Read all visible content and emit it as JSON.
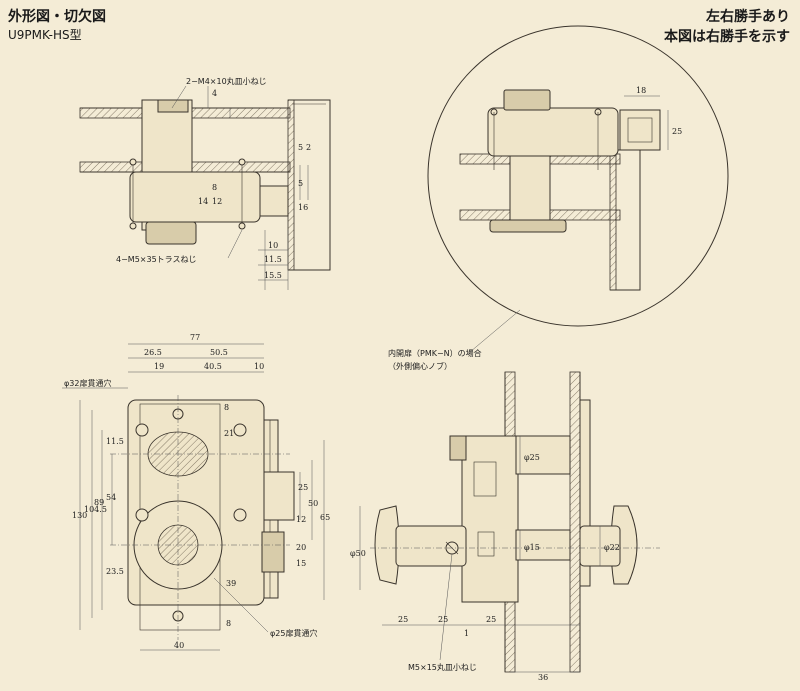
{
  "header": {
    "title": "外形図・切欠図",
    "model": "U9PMK-HS型",
    "note_line1": "左右勝手あり",
    "note_line2": "本図は右勝手を示す"
  },
  "callouts": {
    "screw_top": "2−M4×10丸皿小ねじ",
    "screw_truss": "4−M5×35トラスねじ",
    "bore_32": "φ32扉貫通穴",
    "bore_25": "φ25扉貫通穴",
    "inward_door_1": "内開扉（PMK−N）の場合",
    "inward_door_2": "（外側偏心ノブ）",
    "screw_m5": "M5×15丸皿小ねじ"
  },
  "dims": {
    "top": [
      "4",
      "8",
      "5",
      "2",
      "5",
      "12",
      "14",
      "16",
      "10",
      "11.5",
      "15.5"
    ],
    "front_top": [
      "77",
      "26.5",
      "50.5",
      "19",
      "40.5",
      "10"
    ],
    "front_left": [
      "130",
      "104.5",
      "89",
      "54",
      "11.5",
      "23.5"
    ],
    "front_right": [
      "8",
      "21",
      "25",
      "50",
      "65",
      "12",
      "20",
      "15",
      "39",
      "8"
    ],
    "front_bottom": [
      "40"
    ],
    "side": [
      "φ25",
      "φ15",
      "φ22",
      "φ50",
      "25",
      "25",
      "1",
      "25",
      "36"
    ],
    "circle": [
      "18",
      "25"
    ]
  }
}
